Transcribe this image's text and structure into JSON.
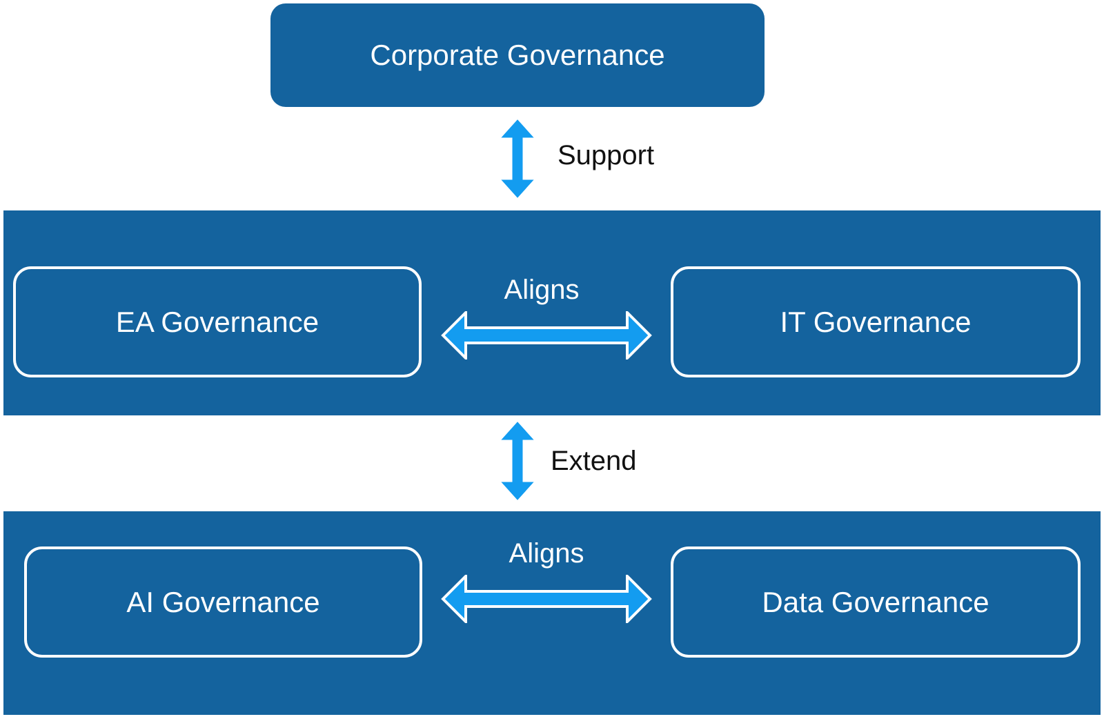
{
  "colors": {
    "primary": "#14639e",
    "arrow": "#139cf0"
  },
  "nodes": {
    "corporate": "Corporate Governance",
    "ea": "EA Governance",
    "it": "IT Governance",
    "ai": "AI Governance",
    "data": "Data Governance"
  },
  "connectors": {
    "support": "Support",
    "aligns_top": "Aligns",
    "extend": "Extend",
    "aligns_bottom": "Aligns"
  }
}
